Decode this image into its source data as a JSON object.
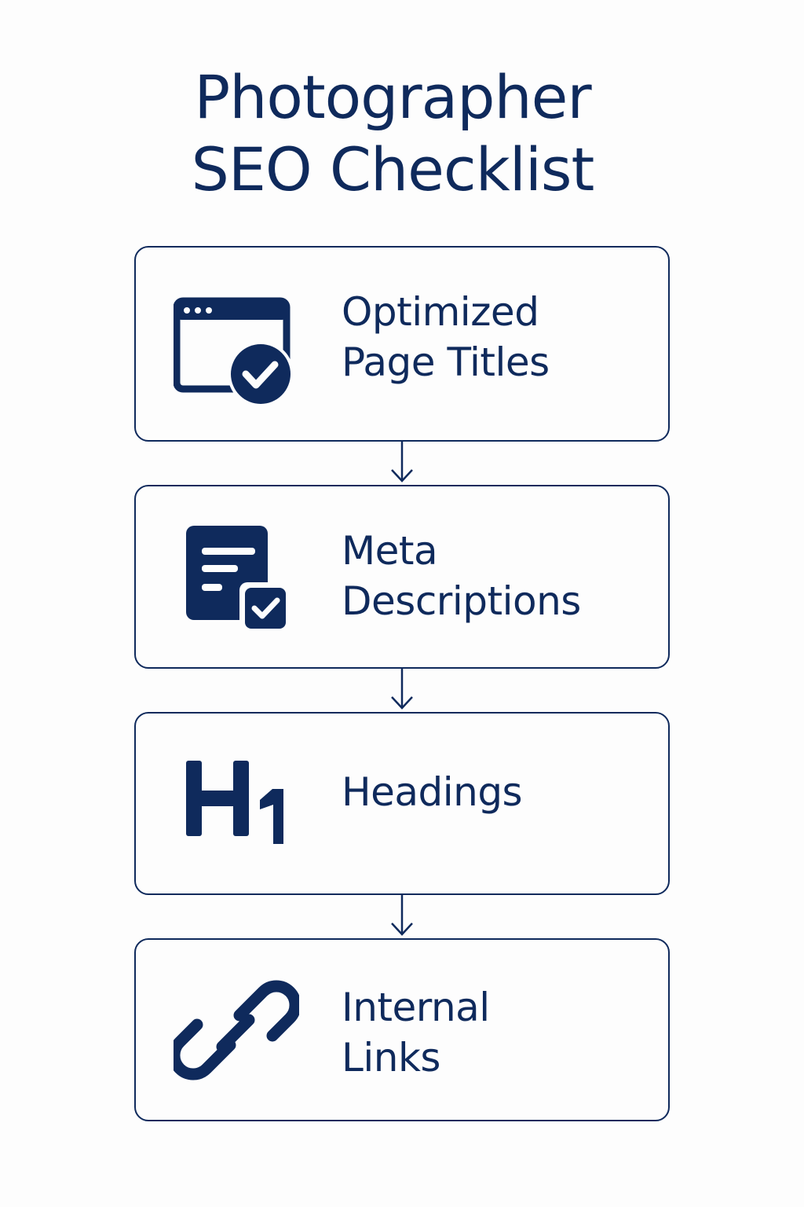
{
  "title": {
    "line1": "Photographer",
    "line2": "SEO Checklist"
  },
  "steps": [
    {
      "icon": "browser-check-icon",
      "line1": "Optimized",
      "line2": "Page Titles"
    },
    {
      "icon": "document-check-icon",
      "line1": "Meta",
      "line2": "Descriptions"
    },
    {
      "icon": "h1-heading-icon",
      "line1": "Headings",
      "line2": ""
    },
    {
      "icon": "link-chain-icon",
      "line1": "Internal",
      "line2": "Links"
    }
  ],
  "colors": {
    "primary": "#0f2a5c",
    "background": "#fdfdfd"
  }
}
